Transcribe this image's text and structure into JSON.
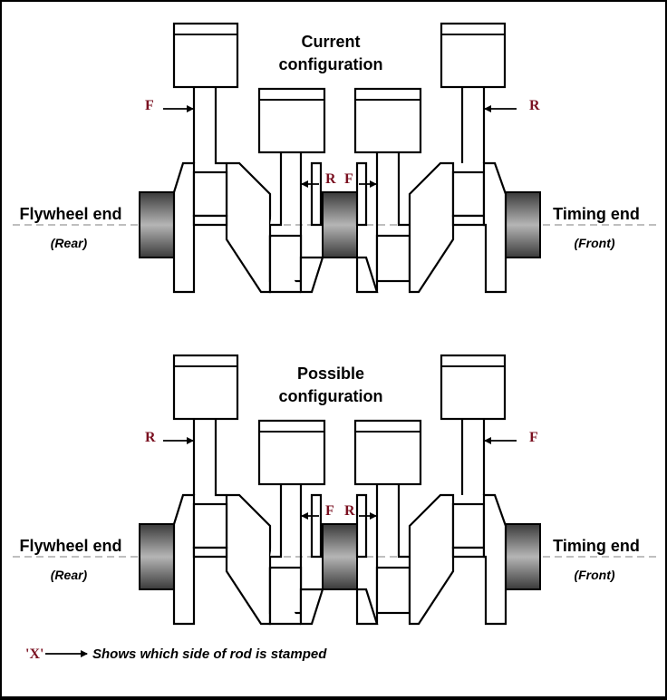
{
  "diagrams": [
    {
      "id": "current",
      "title_lines": [
        "Current",
        "configuration"
      ],
      "left_end": {
        "label": "Flywheel end",
        "sub": "(Rear)"
      },
      "right_end": {
        "label": "Timing end",
        "sub": "(Front)"
      },
      "marks": {
        "rod1": "F",
        "rod2": "R",
        "rod3": "F",
        "rod4": "R"
      }
    },
    {
      "id": "possible",
      "title_lines": [
        "Possible",
        "configuration"
      ],
      "left_end": {
        "label": "Flywheel end",
        "sub": "(Rear)"
      },
      "right_end": {
        "label": "Timing end",
        "sub": "(Front)"
      },
      "marks": {
        "rod1": "R",
        "rod2": "F",
        "rod3": "R",
        "rod4": "F"
      }
    }
  ],
  "legend": {
    "symbol": "'X'",
    "text": "Shows which side of rod is stamped"
  },
  "colors": {
    "mark": "#7a1020",
    "journal_dark": "#3a3a3a",
    "journal_light": "#b5b5b5",
    "centerline": "#aaaaaa"
  }
}
